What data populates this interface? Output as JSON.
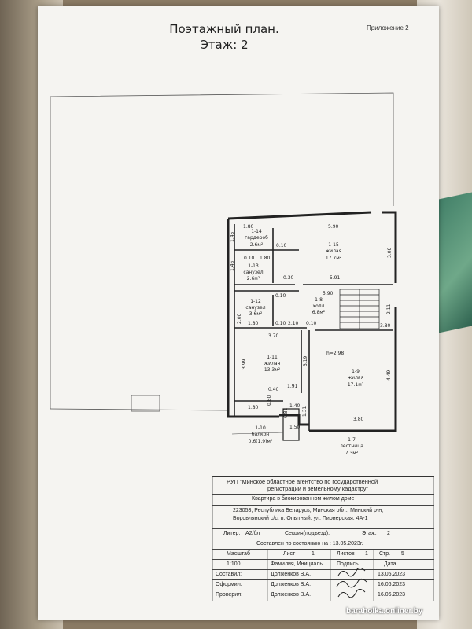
{
  "header": {
    "title": "Поэтажный план.",
    "floor_line": "Этаж: 2",
    "appendix": "Приложение 2"
  },
  "rooms": [
    {
      "id": "1-14",
      "name": "гардероб",
      "area": "2.6м²"
    },
    {
      "id": "1-13",
      "name": "санузел",
      "area": "2.6м²"
    },
    {
      "id": "1-15",
      "name": "жилая",
      "area": "17.7м²"
    },
    {
      "id": "1-12",
      "name": "санузел",
      "area": "3.6м²"
    },
    {
      "id": "1-8",
      "name": "холл",
      "area": "6.8м²"
    },
    {
      "id": "1-11",
      "name": "жилая",
      "area": "13.3м²"
    },
    {
      "id": "1-9",
      "name": "жилая",
      "area": "17.1м²"
    },
    {
      "id": "1-10",
      "name": "балкон",
      "area": "0.6(1.9)м²"
    },
    {
      "id": "1-7",
      "name": "лестница",
      "area": "7.3м²"
    }
  ],
  "dimensions": [
    "1.80",
    "5.90",
    "1.45",
    "0.10",
    "1.80",
    "0.10",
    "3.00",
    "1.46",
    "0.30",
    "5.91",
    "0.10",
    "5.90",
    "2.00",
    "2.10",
    "0.10",
    "0.10",
    "1.80",
    "2.11",
    "3.80",
    "3.70",
    "h=2.98",
    "3.99",
    "3.19",
    "4.49",
    "0.40",
    "1.91",
    "0.80",
    "1.80",
    "1.40",
    "0.81",
    "1.31",
    "1.50",
    "3.80"
  ],
  "stamp": {
    "org_line1": "РУП \"Минское областное агентство по государственной",
    "org_line2": "регистрации и земельному кадастру\"",
    "object": "Квартира в блокированном жилом доме",
    "address_line1": "223053, Республика Беларусь, Минская обл., Минский р-н,",
    "address_line2": "Боровлянский с/с, п. Опытный, ул. Пионерская, 4А-1",
    "liter_label": "Литер:",
    "liter_value": "А2/бл",
    "section_label": "Секция(подъезд):",
    "floor_label": "Этаж:",
    "floor_value": "2",
    "state_date": "Составлен по состоянию на : 13.05.2023г.",
    "scale_label": "Масштаб",
    "sheet_label": "Лист–",
    "sheet_value": "1",
    "sheets_label": "Листов–",
    "sheets_value": "1",
    "page_label": "Стр.–",
    "page_value": "5",
    "scale_value": "1:100",
    "col_name": "Фамилия, Инициалы",
    "col_sign": "Подпись",
    "col_date": "Дата",
    "rows": [
      {
        "role": "Составил:",
        "name": "Долженков В.А.",
        "date": "13.05.2023"
      },
      {
        "role": "Оформил:",
        "name": "Долженков В.А.",
        "date": "16.06.2023"
      },
      {
        "role": "Проверил:",
        "name": "Долженков В.А.",
        "date": "16.06.2023"
      }
    ]
  },
  "watermark": "baraholka.onliner.by"
}
